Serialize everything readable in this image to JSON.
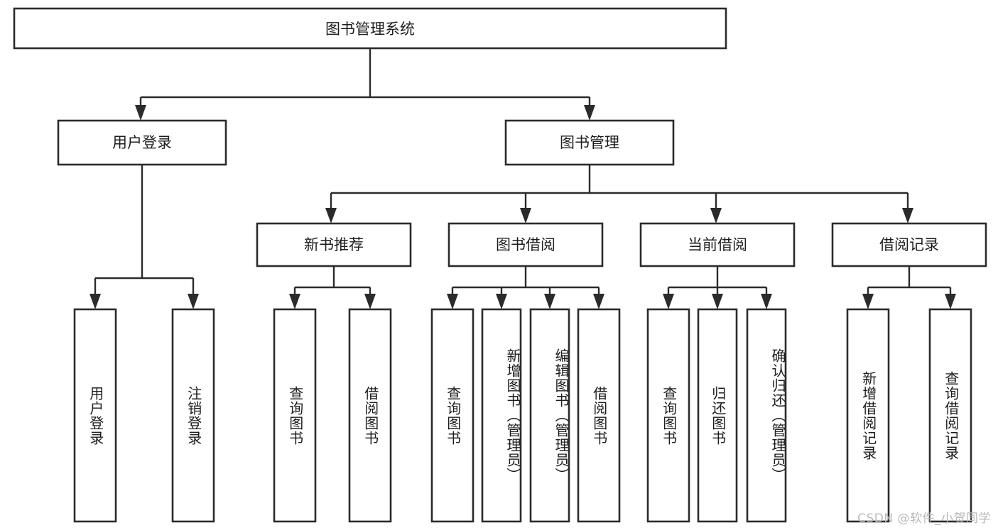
{
  "diagram": {
    "type": "tree-hierarchy",
    "title": "图书管理系统",
    "root": {
      "label": "图书管理系统"
    },
    "level2": [
      {
        "id": "user-login",
        "label": "用户登录"
      },
      {
        "id": "book-manage",
        "label": "图书管理"
      }
    ],
    "level3": [
      {
        "id": "new-book-recommend",
        "label": "新书推荐",
        "parent": "book-manage"
      },
      {
        "id": "book-borrow",
        "label": "图书借阅",
        "parent": "book-manage"
      },
      {
        "id": "current-borrow",
        "label": "当前借阅",
        "parent": "book-manage"
      },
      {
        "id": "borrow-record",
        "label": "借阅记录",
        "parent": "book-manage"
      }
    ],
    "leaves": [
      {
        "id": "leaf-user-login",
        "label": "用户登录",
        "parent": "user-login"
      },
      {
        "id": "leaf-logout",
        "label": "注销登录",
        "parent": "user-login"
      },
      {
        "id": "leaf-query-book-1",
        "label": "查询图书",
        "parent": "new-book-recommend"
      },
      {
        "id": "leaf-borrow-book-1",
        "label": "借阅图书",
        "parent": "new-book-recommend"
      },
      {
        "id": "leaf-query-book-2",
        "label": "查询图书",
        "parent": "book-borrow"
      },
      {
        "id": "leaf-add-book",
        "label": "新增图书（管理员）",
        "parent": "book-borrow"
      },
      {
        "id": "leaf-edit-book",
        "label": "编辑图书（管理员）",
        "parent": "book-borrow"
      },
      {
        "id": "leaf-borrow-book-2",
        "label": "借阅图书",
        "parent": "book-borrow"
      },
      {
        "id": "leaf-query-book-3",
        "label": "查询图书",
        "parent": "current-borrow"
      },
      {
        "id": "leaf-return-book",
        "label": "归还图书",
        "parent": "current-borrow"
      },
      {
        "id": "leaf-confirm-return",
        "label": "确认归还（管理员）",
        "parent": "current-borrow"
      },
      {
        "id": "leaf-add-record",
        "label": "新增借阅记录",
        "parent": "borrow-record"
      },
      {
        "id": "leaf-query-record",
        "label": "查询借阅记录",
        "parent": "borrow-record"
      }
    ],
    "colors": {
      "box_stroke": "#2b2b2b",
      "box_fill": "#ffffff",
      "text": "#1d1d1d",
      "background": "#ffffff",
      "watermark": "#b9b9b9"
    }
  },
  "watermark": {
    "text": "CSDN @软件_小贺同学"
  }
}
